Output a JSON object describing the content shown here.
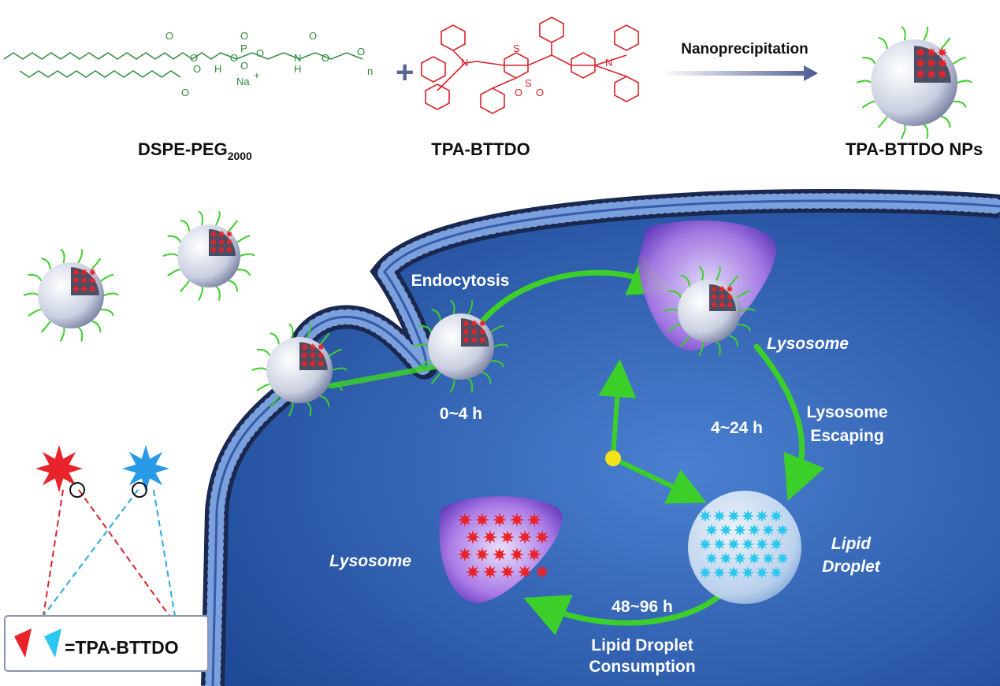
{
  "top": {
    "lipid_name": "DSPE-PEG",
    "lipid_subscript": "2000",
    "dye_name": "TPA-BTTDO",
    "process_label": "Nanoprecipitation",
    "product_name": "TPA-BTTDO NPs",
    "plus_sign": "+",
    "chem_atoms": {
      "o1": "O",
      "o2": "O",
      "o3": "O",
      "p": "P",
      "o4": "O",
      "o5": "O",
      "o6": "O",
      "na": "Na",
      "na_charge": "+",
      "h": "H",
      "n": "N",
      "nh": "H",
      "o7": "O",
      "o8": "O",
      "o9": "O",
      "o10": "O",
      "sub_n": "n",
      "s1": "S",
      "s2": "S",
      "so": "O",
      "so2": "O",
      "n1": "N",
      "n2": "N"
    }
  },
  "cell": {
    "endocytosis": "Endocytosis",
    "lysosome_top": "Lysosome",
    "time_0_4": "0~4 h",
    "time_4_24": "4~24 h",
    "escape_line1": "Lysosome",
    "escape_line2": "Escaping",
    "lipid_line1": "Lipid",
    "lipid_line2": "Droplet",
    "time_48_96": "48~96 h",
    "consumption_line1": "Lipid Droplet",
    "consumption_line2": "Consumption",
    "lysosome_bottom": "Lysosome"
  },
  "legend": {
    "label": "=TPA-BTTDO"
  },
  "colors": {
    "cell_blue": "#2f5fb0",
    "arrow_green": "#3ccf2a",
    "star_red": "#e8242a",
    "star_cyan": "#2ac8f0",
    "chem_green": "#2e8b3a",
    "chem_red": "#d9232a"
  }
}
